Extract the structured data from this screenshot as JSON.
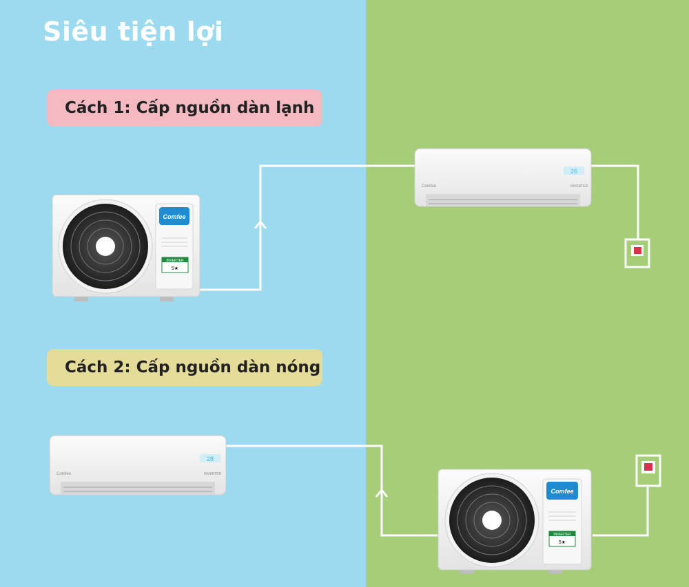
{
  "title": "Siêu tiện lợi",
  "method1": {
    "label": "Cách 1: Cấp nguồn dàn lạnh"
  },
  "method2": {
    "label": "Cách 2: Cấp nguồn dàn nóng"
  },
  "brand": "Comfee",
  "inverter_label": "INVERTER",
  "energy_rating": "5★",
  "display_temp_1": "26",
  "display_temp_2": "28",
  "colors": {
    "blue_bg": "#9cdaf0",
    "green_bg": "#a6cd78",
    "pink_pill": "#f4b9c1",
    "yellow_pill": "#e6dc9a",
    "socket_red": "#d9324d"
  }
}
